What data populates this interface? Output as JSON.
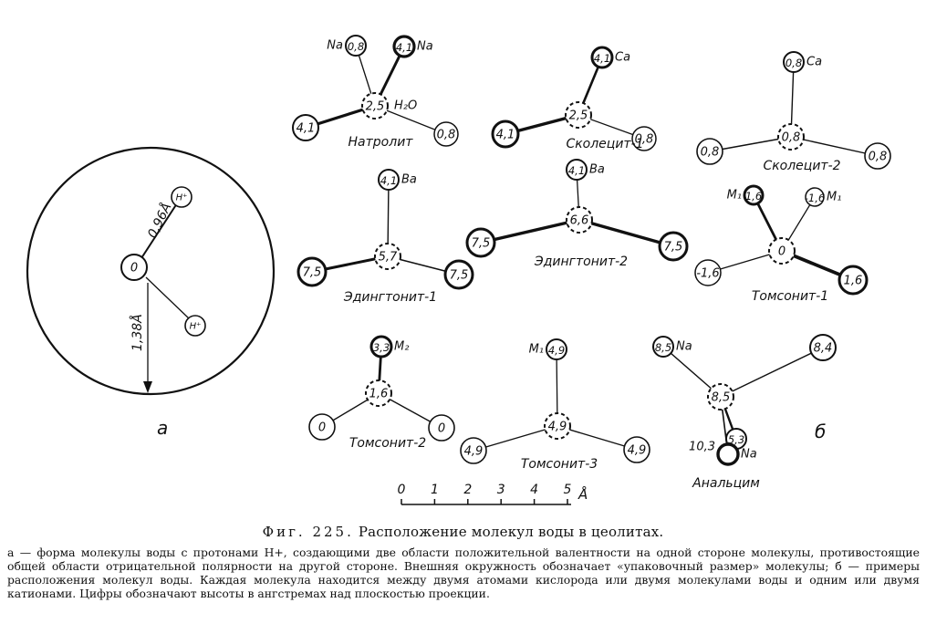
{
  "panel_a": {
    "label": "а",
    "oxygen": "0",
    "proton_1": "H⁺",
    "proton_2": "H⁺",
    "bond_length": "0,96Å",
    "radius": "1,38Å"
  },
  "panel_b_label": "б",
  "structures": [
    {
      "id": "natrolite",
      "name": "Натролит",
      "center": {
        "value": "2,5",
        "side": "H₂O"
      },
      "ligands": [
        {
          "value": "0,8",
          "side": "Na",
          "side_pos": "left"
        },
        {
          "value": "4,1",
          "side": "Na",
          "side_pos": "right"
        },
        {
          "value": "4,1"
        },
        {
          "value": "0,8"
        }
      ]
    },
    {
      "id": "scolecite-1",
      "name": "Сколецит-1",
      "center": {
        "value": "2,5"
      },
      "ligands": [
        {
          "value": "4,1",
          "side": "Ca",
          "side_pos": "right"
        },
        {
          "value": "4,1"
        },
        {
          "value": "0,8"
        }
      ]
    },
    {
      "id": "scolecite-2",
      "name": "Сколецит-2",
      "center": {
        "value": "0,8"
      },
      "ligands": [
        {
          "value": "0,8",
          "side": "Ca",
          "side_pos": "right"
        },
        {
          "value": "0,8"
        },
        {
          "value": "0,8"
        }
      ]
    },
    {
      "id": "edingtonite-1",
      "name": "Эдингтонит-1",
      "center": {
        "value": "5,7"
      },
      "ligands": [
        {
          "value": "4,1",
          "side": "Ba",
          "side_pos": "right"
        },
        {
          "value": "7,5"
        },
        {
          "value": "7,5"
        }
      ]
    },
    {
      "id": "edingtonite-2",
      "name": "Эдингтонит-2",
      "center": {
        "value": "6,6"
      },
      "ligands": [
        {
          "value": "4,1",
          "side": "Ba",
          "side_pos": "right"
        },
        {
          "value": "7,5"
        },
        {
          "value": "7,5"
        }
      ]
    },
    {
      "id": "thomsonite-1",
      "name": "Томсонит-1",
      "center": {
        "value": "0"
      },
      "ligands": [
        {
          "value": "1,6",
          "side": "M₁",
          "side_pos": "left"
        },
        {
          "value": "-1,6",
          "side": "M₁",
          "side_pos": "right"
        },
        {
          "value": "-1,6"
        },
        {
          "value": "1,6"
        }
      ]
    },
    {
      "id": "thomsonite-2",
      "name": "Томсонит-2",
      "center": {
        "value": "1,6"
      },
      "ligands": [
        {
          "value": "3,3",
          "side": "M₂",
          "side_pos": "right"
        },
        {
          "value": "0"
        },
        {
          "value": "0"
        }
      ]
    },
    {
      "id": "thomsonite-3",
      "name": "Томсонит-3",
      "center": {
        "value": "4,9"
      },
      "ligands": [
        {
          "value": "4,9",
          "side": "M₁",
          "side_pos": "left"
        },
        {
          "value": "4,9"
        },
        {
          "value": "4,9"
        }
      ]
    },
    {
      "id": "analcime",
      "name": "Анальцим",
      "center": {
        "value": "8,5"
      },
      "ligands": [
        {
          "value": "8,5",
          "side": "Na",
          "side_pos": "right"
        },
        {
          "value": "8,4"
        },
        {
          "value": "5,3"
        },
        {
          "value": "",
          "side": "Na",
          "side_pos": "right",
          "side2": "10,3",
          "side2_pos": "left"
        }
      ]
    }
  ],
  "scale": {
    "ticks": [
      "0",
      "1",
      "2",
      "3",
      "4",
      "5"
    ],
    "unit": "Å"
  },
  "caption": {
    "lead": "Фиг. 225.",
    "title": "Расположение молекул воды в цеолитах.",
    "body": "а — форма молекулы воды с протонами H+, создающими две области положительной валентности на одной стороне молекулы, противостоящие общей области отрицательной полярности на другой стороне. Внешняя окружность обозначает «упаковочный размер» молекулы; б — примеры расположения молекул воды. Каждая молекула находится между двумя атомами кислорода или двумя молекулами воды и одним или двумя катионами. Цифры обозначают высоты в ангстремах над плоскостью проекции."
  }
}
